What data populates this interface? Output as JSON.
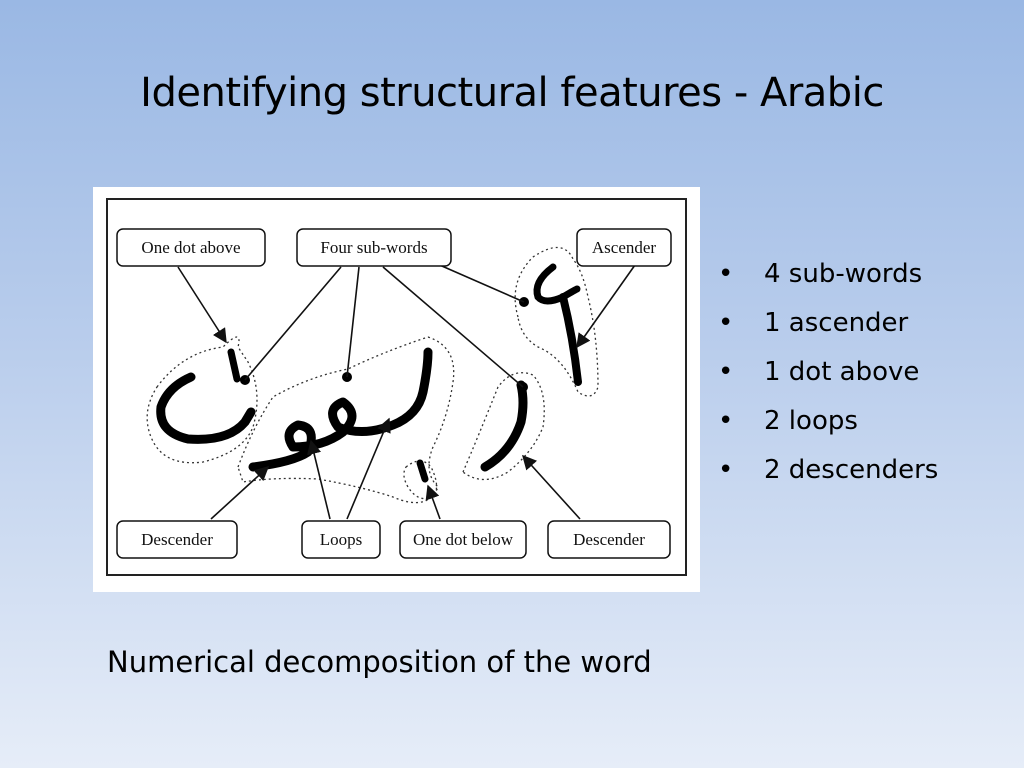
{
  "slide": {
    "title": "Identifying structural features - Arabic",
    "caption": "Numerical decomposition of the word"
  },
  "figure": {
    "labels": {
      "one_dot_above": "One dot above",
      "four_sub_words": "Four sub-words",
      "ascender": "Ascender",
      "descender_left": "Descender",
      "loops": "Loops",
      "one_dot_below": "One dot below",
      "descender_right": "Descender"
    }
  },
  "bullet_marker": "•",
  "bullets": [
    "4 sub-words",
    "1 ascender",
    "1 dot above",
    "2 loops",
    "2 descenders"
  ]
}
